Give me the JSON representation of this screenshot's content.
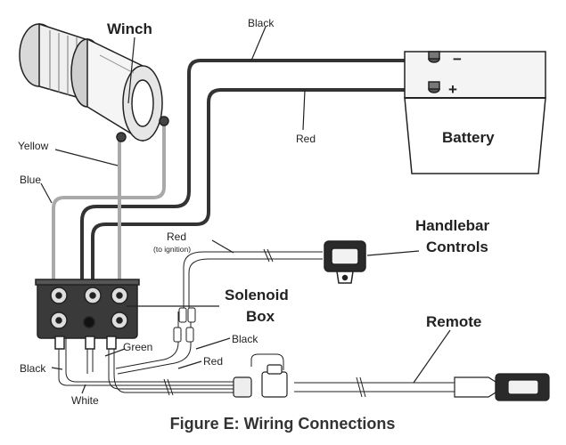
{
  "labels": {
    "winch": "Winch",
    "black_top": "Black",
    "red_battery": "Red",
    "battery": "Battery",
    "yellow": "Yellow",
    "blue": "Blue",
    "red_ignition": "Red",
    "to_ignition": "(to ignition)",
    "handlebar_line1": "Handlebar",
    "handlebar_line2": "Controls",
    "solenoid_line1": "Solenoid",
    "solenoid_line2": "Box",
    "remote": "Remote",
    "green": "Green",
    "black_right": "Black",
    "red_lower": "Red",
    "black_left": "Black",
    "white": "White",
    "battery_neg": "−",
    "battery_pos": "+"
  },
  "caption": "Figure E:  Wiring Connections",
  "colors": {
    "black_wire": "#333333",
    "gray_wire": "#a9a9a9",
    "line": "#222222",
    "fill": "#ffffff"
  }
}
